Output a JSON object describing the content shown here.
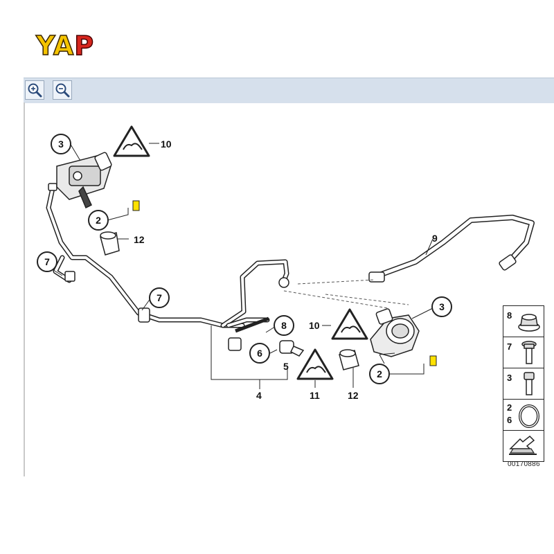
{
  "brand": {
    "logo_main": "YA",
    "logo_accent": "P"
  },
  "toolbar": {
    "zoom_in_icon": "zoom-in-magnifier",
    "zoom_out_icon": "zoom-out-magnifier"
  },
  "callouts": {
    "c3_top": "3",
    "c10_top": "10",
    "c2_top": "2",
    "c12_top": "12",
    "c7_left": "7",
    "c7_mid": "7",
    "c9": "9",
    "c8": "8",
    "c6": "6",
    "c5": "5",
    "c4": "4",
    "c10_mid": "10",
    "c11": "11",
    "c12_mid": "12",
    "c3_right": "3",
    "c2_right": "2"
  },
  "legend": [
    {
      "labels": [
        "8"
      ],
      "icon": "flange-nut-icon"
    },
    {
      "labels": [
        "7"
      ],
      "icon": "collar-bolt-icon"
    },
    {
      "labels": [
        "3"
      ],
      "icon": "socket-screw-icon"
    },
    {
      "labels": [
        "2",
        "6"
      ],
      "icon": "o-ring-icon"
    },
    {
      "labels": [],
      "icon": "next-page-arrow-icon"
    }
  ],
  "reference_number": "00170886"
}
